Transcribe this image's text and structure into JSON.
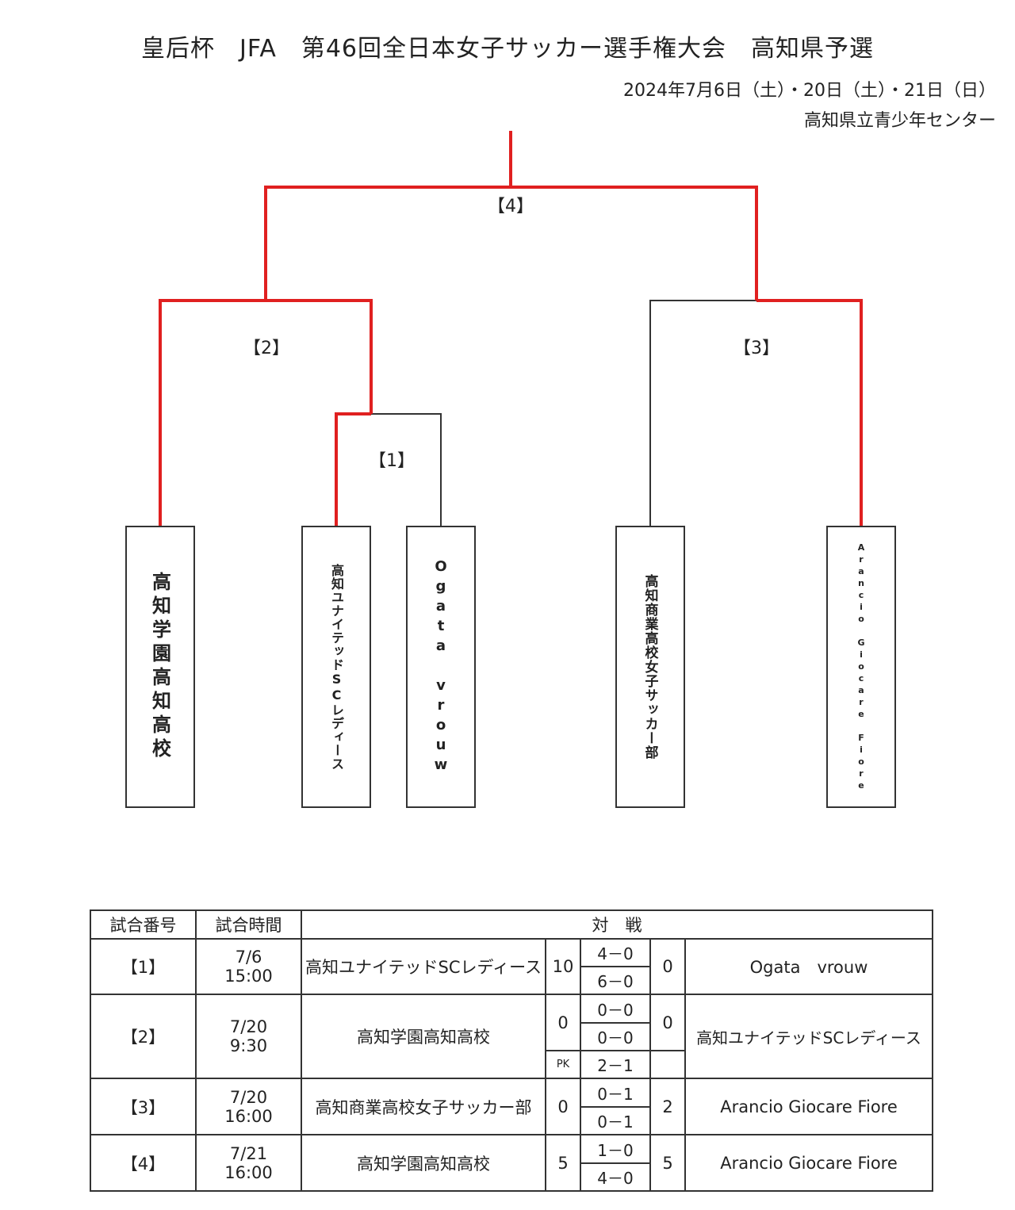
{
  "header": {
    "title": "皇后杯　JFA　第46回全日本女子サッカー選手権大会　高知県予選",
    "date": "2024年7月6日（土）・20日（土）・21日（日）",
    "venue": "高知県立青少年センター"
  },
  "bracket": {
    "match_labels": [
      "【1】",
      "【2】",
      "【3】",
      "【4】"
    ],
    "teams": [
      "高知学園高知高校",
      "高知ユナイテッドSCレディース",
      "Ogata vrouw",
      "高知商業高校女子サッカー部",
      "Arancio Giocare Fiore"
    ],
    "win_color": "#e02020",
    "line_color": "#333333"
  },
  "results": {
    "headers": [
      "試合番号",
      "試合時間",
      "対　戦"
    ],
    "matches": [
      {
        "no": "【1】",
        "date": "7/6",
        "time": "15:00",
        "team1": "高知ユナイテッドSCレディース",
        "score1": "10",
        "halves": [
          "4－0",
          "6－0"
        ],
        "score2": "0",
        "team2": "Ogata　vrouw"
      },
      {
        "no": "【2】",
        "date": "7/20",
        "time": "9:30",
        "team1": "高知学園高知高校",
        "score1": "0",
        "halves": [
          "0－0",
          "0－0"
        ],
        "score2": "0",
        "team2": "高知ユナイテッドSCレディース",
        "pk_label": "PK",
        "pk": "2－1"
      },
      {
        "no": "【3】",
        "date": "7/20",
        "time": "16:00",
        "team1": "高知商業高校女子サッカー部",
        "score1": "0",
        "halves": [
          "0－1",
          "0－1"
        ],
        "score2": "2",
        "team2": "Arancio Giocare Fiore"
      },
      {
        "no": "【4】",
        "date": "7/21",
        "time": "16:00",
        "team1": "高知学園高知高校",
        "score1": "5",
        "halves": [
          "1－0",
          "4－0"
        ],
        "score2": "5",
        "team2": "Arancio Giocare Fiore"
      }
    ]
  }
}
